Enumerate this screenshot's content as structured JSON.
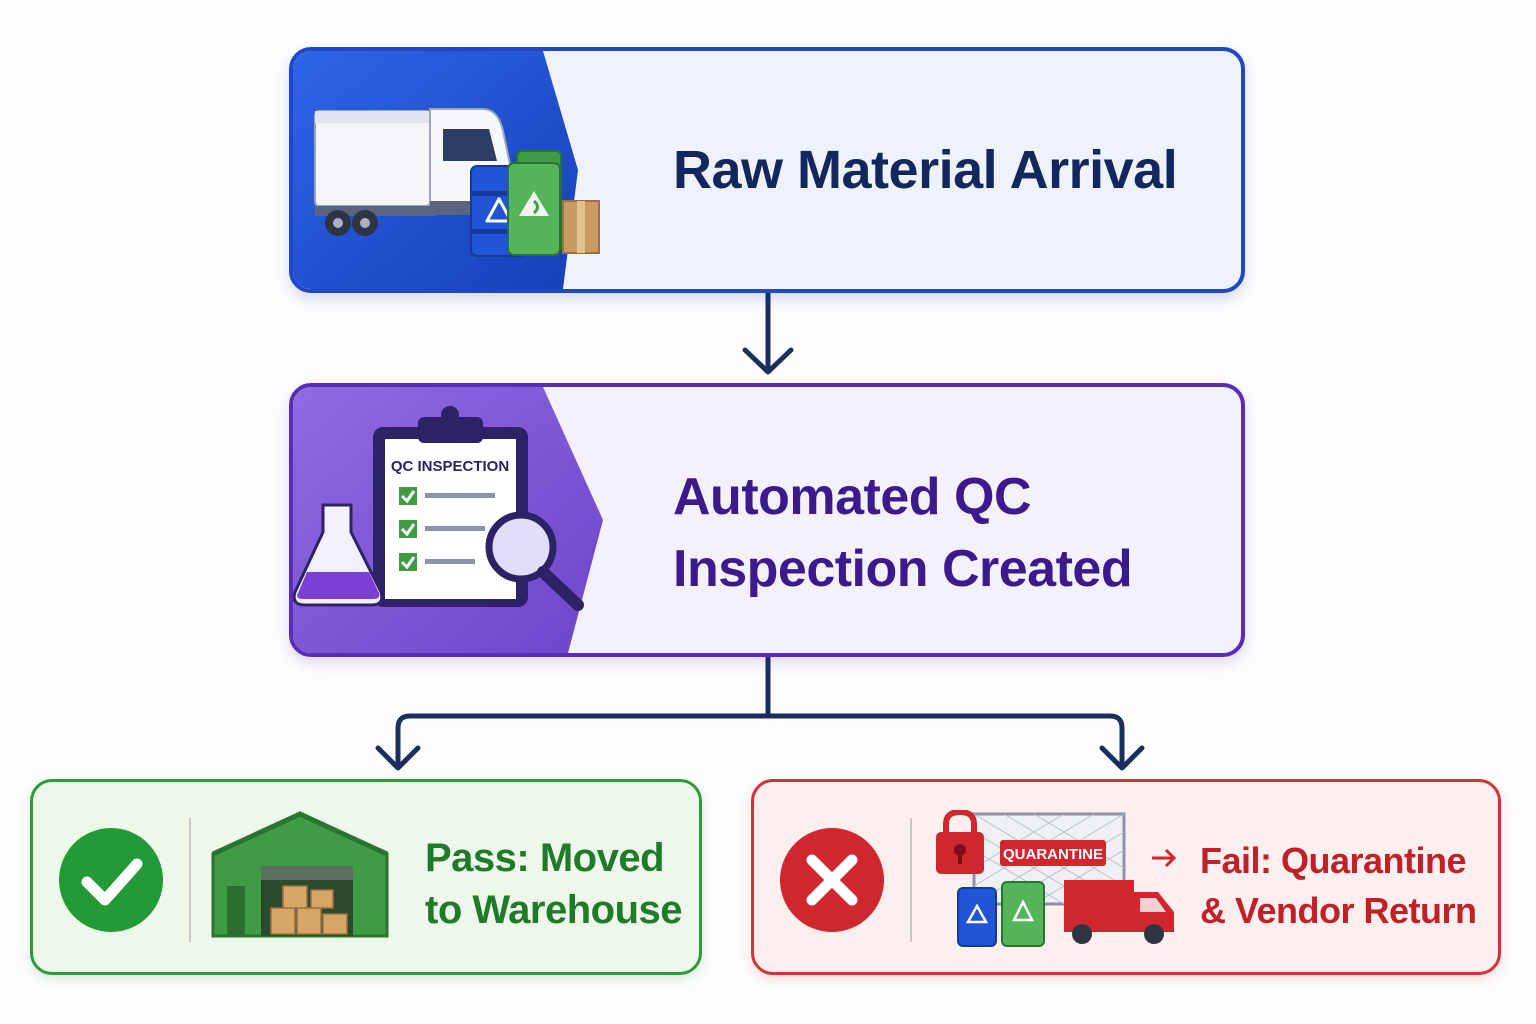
{
  "nodes": {
    "arrival": {
      "title": "Raw Material Arrival",
      "icon": "delivery-truck-icon"
    },
    "qc": {
      "title_line1": "Automated QC",
      "title_line2": "Inspection Created",
      "clipboard_label": "QC INSPECTION",
      "icon": "qc-clipboard-icon"
    },
    "pass": {
      "title_line1": "Pass: Moved",
      "title_line2": "to Warehouse",
      "icon": "warehouse-icon",
      "status_icon": "check-circle-icon"
    },
    "fail": {
      "title_line1": "Fail: Quarantine",
      "title_line2": "& Vendor Return",
      "quarantine_label": "QUARANTINE",
      "icon": "quarantine-icon",
      "status_icon": "x-circle-icon"
    }
  },
  "colors": {
    "arrival": "#1f47c9",
    "qc": "#5a2db8",
    "pass": "#2f9a3a",
    "fail": "#d0343a",
    "connector": "#1b2f5e"
  }
}
